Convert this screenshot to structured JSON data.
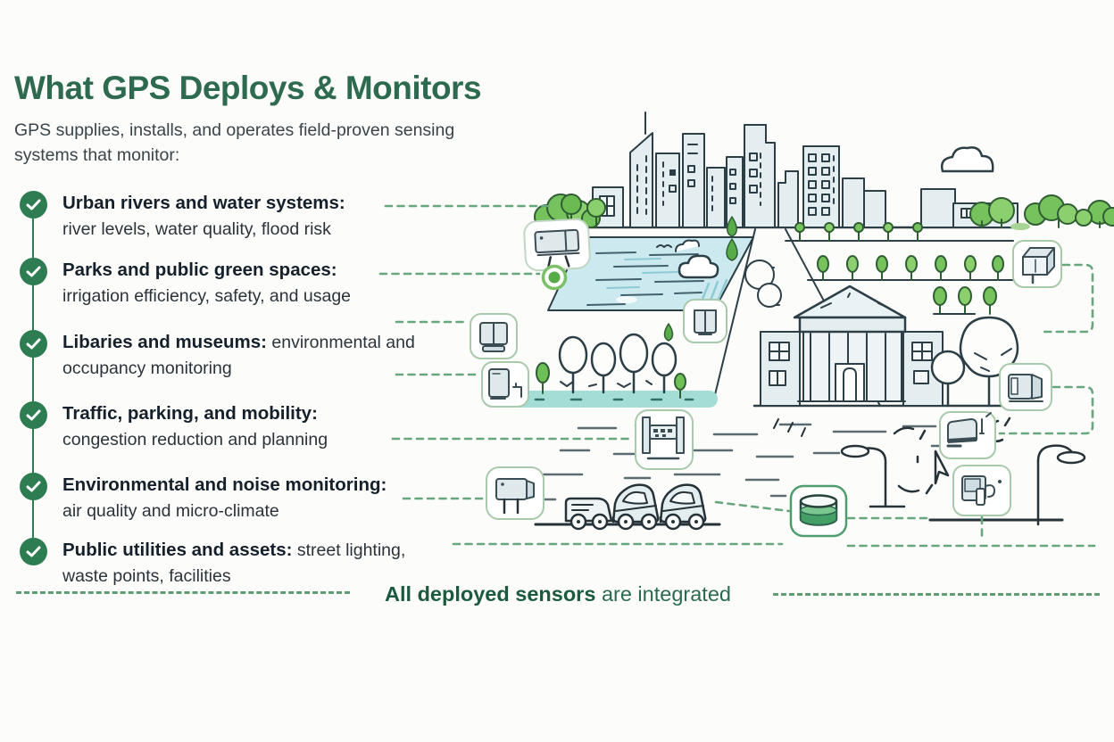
{
  "header": {
    "title": "What GPS Deploys & Monitors",
    "subtitle": "GPS supplies, installs, and operates field-proven sensing systems that monitor:"
  },
  "checklist": {
    "items": [
      {
        "label": "Urban rivers and water systems:",
        "description": "river levels, water quality, flood risk"
      },
      {
        "label": "Parks and public green spaces:",
        "description": "irrigation efficiency, safety, and usage"
      },
      {
        "label": "Libaries and museums:",
        "description": "environmental and occupancy monitoring"
      },
      {
        "label": "Traffic, parking, and mobility:",
        "description": "congestion reduction and planning"
      },
      {
        "label": "Environmental and noise monitoring:",
        "description": "air quality and micro-climate"
      },
      {
        "label": "Public utilities and assets:",
        "description": "street lighting, waste points, facilities"
      }
    ]
  },
  "footer": {
    "highlight": "All deployed sensors",
    "rest": "are integrated"
  },
  "colors": {
    "title_green": "#2d6a4f",
    "check_green": "#2e7d52",
    "dash_green": "#68a77d",
    "ink": "#2c3e46",
    "building_fill": "#e4eef1",
    "water_blue": "#cbe9ee",
    "park_teal": "#a4dcd6",
    "tree_green": "#72c05a",
    "footer_green": "#1b5a3f"
  },
  "illustration": {
    "icons": [
      "water-level-sensor-icon",
      "target-ring-icon",
      "occupancy-sensor-icon",
      "entry-sensor-icon",
      "rain-gauge-sensor-icon",
      "traffic-gantry-sensor-icon",
      "air-quality-sensor-icon",
      "waste-level-sensor-icon",
      "cube-sensor-icon",
      "building-sensor-icon",
      "parking-sensor-icon",
      "utility-plug-sensor-icon",
      "city-skyline",
      "lake",
      "rain-cloud-icon",
      "park-trees",
      "museum-building",
      "street-lamp-icon",
      "cars",
      "trailer",
      "cloud-icon"
    ]
  }
}
